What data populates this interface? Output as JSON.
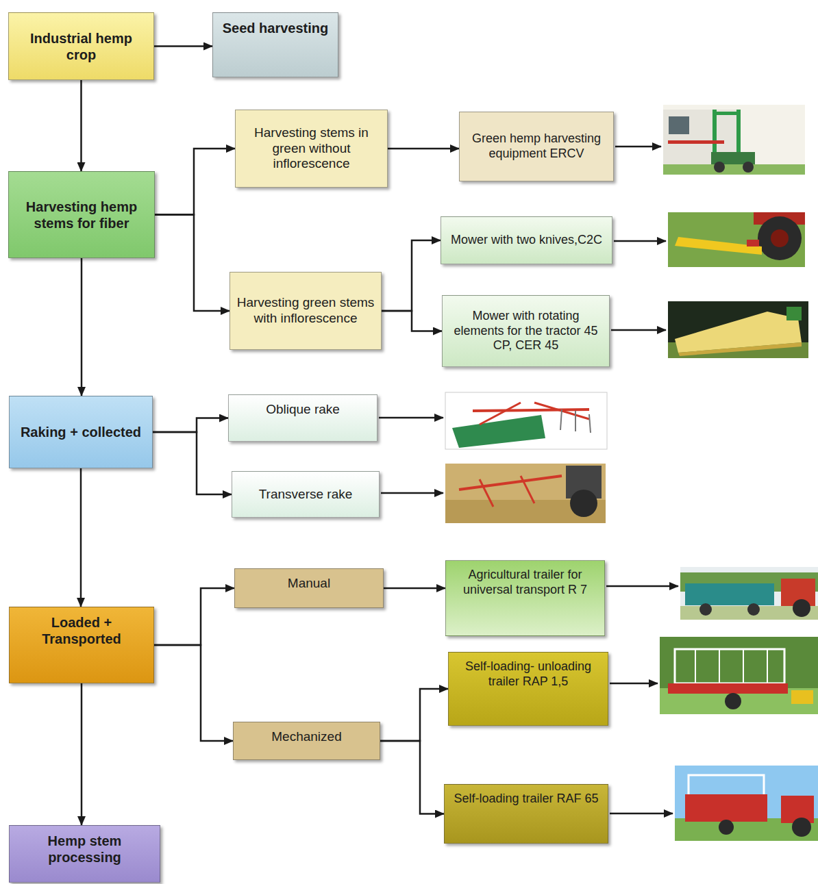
{
  "diagram": {
    "nodes": [
      {
        "text": [
          "Industrial hemp crop"
        ]
      },
      {
        "text": [
          "Seed harvesting"
        ]
      },
      {
        "text": [
          "Harvesting hemp stems for fiber"
        ]
      },
      {
        "text": [
          "Harvesting stems in green without inflorescence"
        ]
      },
      {
        "text": [
          "Green hemp harvesting equipment ERCV"
        ]
      },
      {
        "text": [
          "Harvesting green stems with inflorescence"
        ]
      },
      {
        "text": [
          "Mower with two knives,C2C"
        ]
      },
      {
        "text": [
          "Mower with rotating elements for the tractor 45 CP, CER 45"
        ]
      },
      {
        "text": [
          "Raking + collected"
        ]
      },
      {
        "text": [
          "Oblique rake"
        ]
      },
      {
        "text": [
          "Transverse rake"
        ]
      },
      {
        "text": [
          "Loaded + Transported"
        ]
      },
      {
        "text": [
          "Manual"
        ]
      },
      {
        "text": [
          "Agricultural trailer for universal transport R 7"
        ]
      },
      {
        "text": [
          "Mechanized"
        ]
      },
      {
        "text": [
          "Self-loading- unloading trailer RAP 1,5"
        ]
      },
      {
        "text": [
          "Self-loading trailer RAF 65"
        ]
      },
      {
        "text": [
          "Hemp stem processing"
        ]
      }
    ],
    "edges": [
      {
        "from": 0,
        "to": 1,
        "arrow": "to"
      },
      {
        "from": 0,
        "to": 2,
        "arrow": "to"
      },
      {
        "from": 2,
        "to": 3,
        "arrow": "to"
      },
      {
        "from": 2,
        "to": 5,
        "arrow": "to"
      },
      {
        "from": 3,
        "to": 4,
        "arrow": "to"
      },
      {
        "from": 5,
        "to": 6,
        "arrow": "to"
      },
      {
        "from": 5,
        "to": 7,
        "arrow": "to"
      },
      {
        "from": 2,
        "to": 8,
        "arrow": "to"
      },
      {
        "from": 8,
        "to": 9,
        "arrow": "to"
      },
      {
        "from": 8,
        "to": 10,
        "arrow": "to"
      },
      {
        "from": 8,
        "to": 11,
        "arrow": "to"
      },
      {
        "from": 11,
        "to": 12,
        "arrow": "to"
      },
      {
        "from": 11,
        "to": 14,
        "arrow": "to"
      },
      {
        "from": 12,
        "to": 13,
        "arrow": "to"
      },
      {
        "from": 14,
        "to": 15,
        "arrow": "to"
      },
      {
        "from": 14,
        "to": 16,
        "arrow": "to"
      },
      {
        "from": 11,
        "to": 17,
        "arrow": "to"
      }
    ]
  }
}
